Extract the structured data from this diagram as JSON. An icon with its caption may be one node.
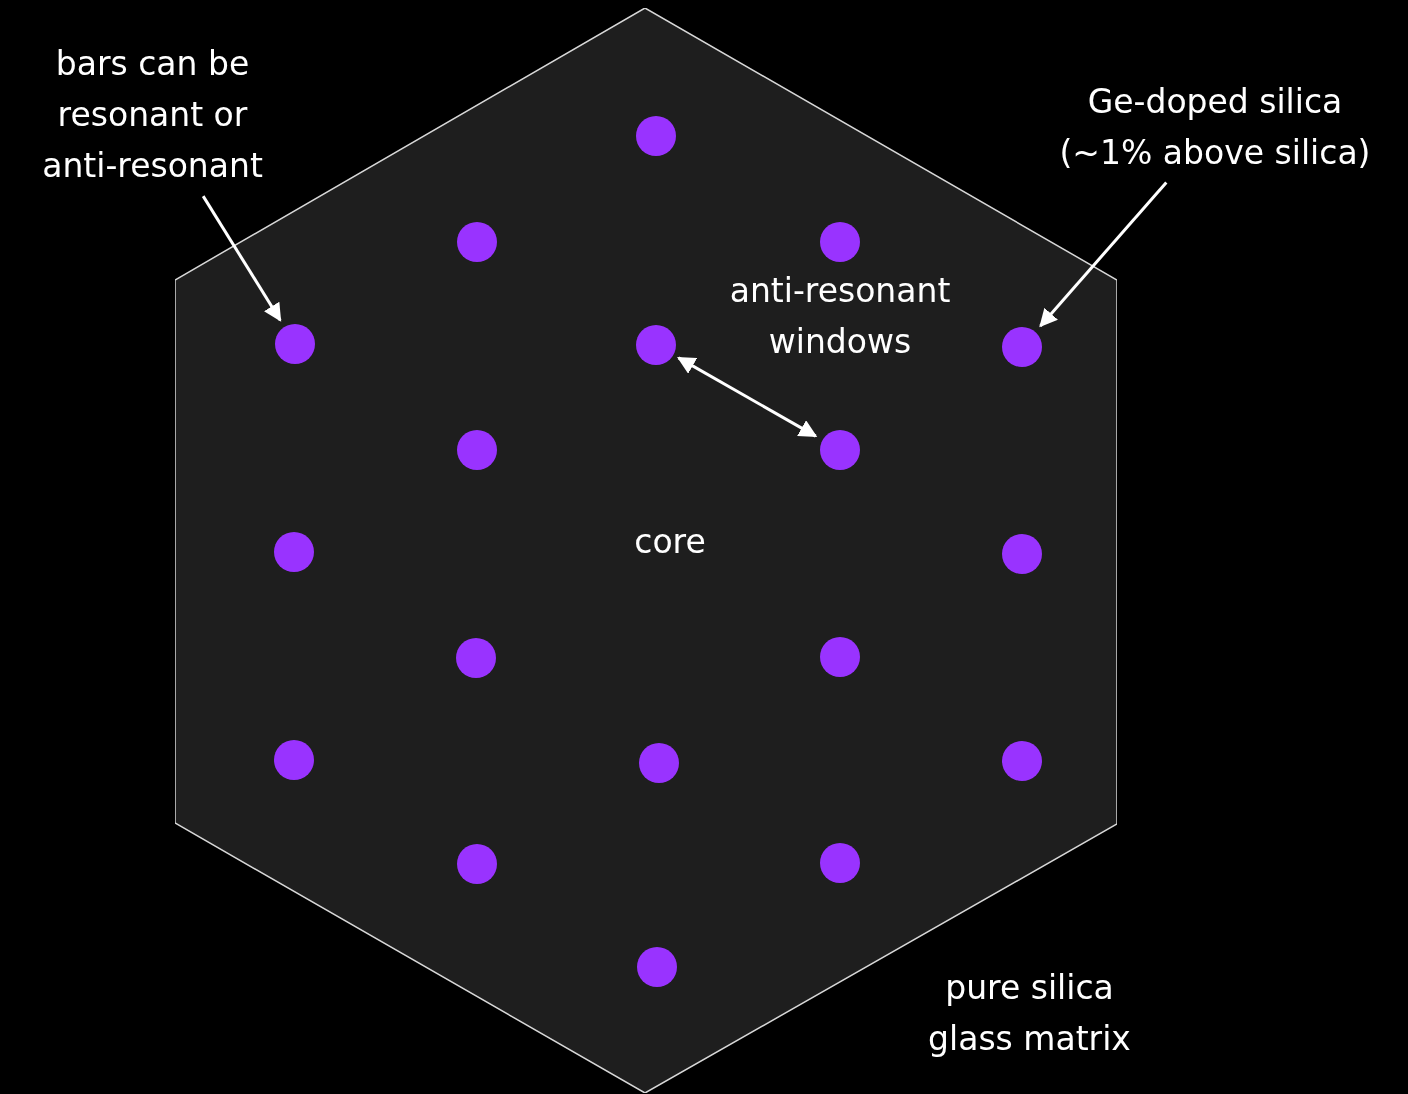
{
  "diagram": {
    "nodes": [
      {
        "text": [],
        "shape": "hexagon",
        "beside": [
          "pure silica glass matrix"
        ]
      },
      {
        "text": [],
        "shape": "circle",
        "in": 0
      },
      {
        "text": [],
        "shape": "circle",
        "in": 0
      },
      {
        "text": [],
        "shape": "circle",
        "in": 0
      },
      {
        "text": [],
        "shape": "circle",
        "in": 0
      },
      {
        "text": [],
        "shape": "circle",
        "in": 0
      },
      {
        "text": [],
        "shape": "circle",
        "in": 0
      },
      {
        "text": [],
        "shape": "circle",
        "in": 0
      },
      {
        "text": [],
        "shape": "circle",
        "in": 0
      },
      {
        "text": [],
        "shape": "circle",
        "in": 0
      },
      {
        "text": [],
        "shape": "circle",
        "in": 0
      },
      {
        "text": [],
        "shape": "circle",
        "in": 0
      },
      {
        "text": [],
        "shape": "circle",
        "in": 0
      },
      {
        "text": [],
        "shape": "circle",
        "in": 0
      },
      {
        "text": [],
        "shape": "circle",
        "in": 0
      },
      {
        "text": [],
        "shape": "circle",
        "in": 0
      },
      {
        "text": [],
        "shape": "circle",
        "in": 0
      },
      {
        "text": [],
        "shape": "circle",
        "in": 0
      },
      {
        "text": [],
        "shape": "circle",
        "in": 0
      },
      {
        "text": [
          "bars can be resonant or anti-resonant"
        ]
      },
      {
        "text": [
          "Ge-doped silica (~1% above silica)"
        ]
      }
    ],
    "edges": [
      {
        "from": 19,
        "to": 4,
        "arrow": "to"
      },
      {
        "from": 20,
        "to": 6,
        "arrow": "to"
      },
      {
        "from": 5,
        "to": 8,
        "arrow": "both"
      }
    ],
    "labels": [
      "anti-resonant windows",
      "core"
    ]
  }
}
